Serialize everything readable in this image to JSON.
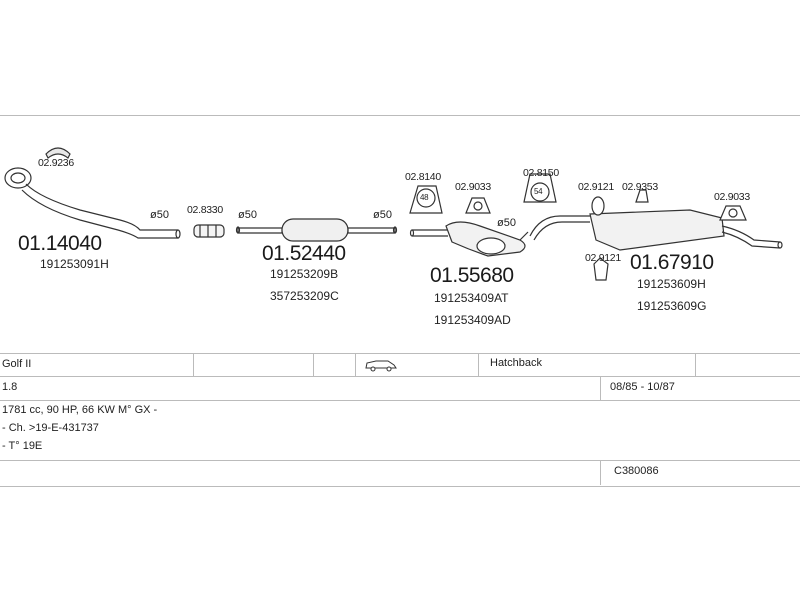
{
  "parts": [
    {
      "number": "01.14040",
      "oe": [
        "191253091H"
      ]
    },
    {
      "number": "01.52440",
      "oe": [
        "191253209B",
        "357253209C"
      ]
    },
    {
      "number": "01.55680",
      "oe": [
        "191253409AT",
        "191253409AD"
      ]
    },
    {
      "number": "01.67910",
      "oe": [
        "191253609H",
        "191253609G"
      ]
    }
  ],
  "accessories": [
    {
      "number": "02.9236"
    },
    {
      "number": "02.8330"
    },
    {
      "number": "02.8140",
      "badge": "48"
    },
    {
      "number": "02.9033"
    },
    {
      "number": "02.8150",
      "badge": "54"
    },
    {
      "number": "02.9121"
    },
    {
      "number": "02.9353"
    },
    {
      "number": "02.9033"
    },
    {
      "number": "02.9121"
    }
  ],
  "diameters": [
    "ø50",
    "ø50",
    "ø50",
    "ø50"
  ],
  "vehicle": {
    "model": "Golf II",
    "body": "Hatchback",
    "engine": "1.8",
    "period": "08/85 - 10/87",
    "details": [
      "1781 cc, 90 HP, 66 KW M° GX -",
      "- Ch. >19-E-431737",
      "- T° 19E"
    ],
    "code": "C380086",
    "car_icon": "hatchback-car-icon"
  }
}
